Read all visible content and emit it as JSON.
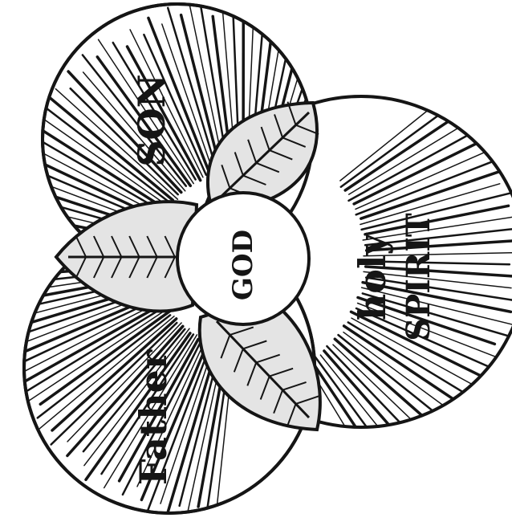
{
  "diagram": {
    "labels": {
      "son": "SON",
      "holy": "holy",
      "spirit": "SPIRIT",
      "father": "Father",
      "center": "GOD"
    },
    "colors": {
      "ink": "#151515",
      "background": "#ffffff",
      "shade": "#8a8a8a"
    }
  }
}
